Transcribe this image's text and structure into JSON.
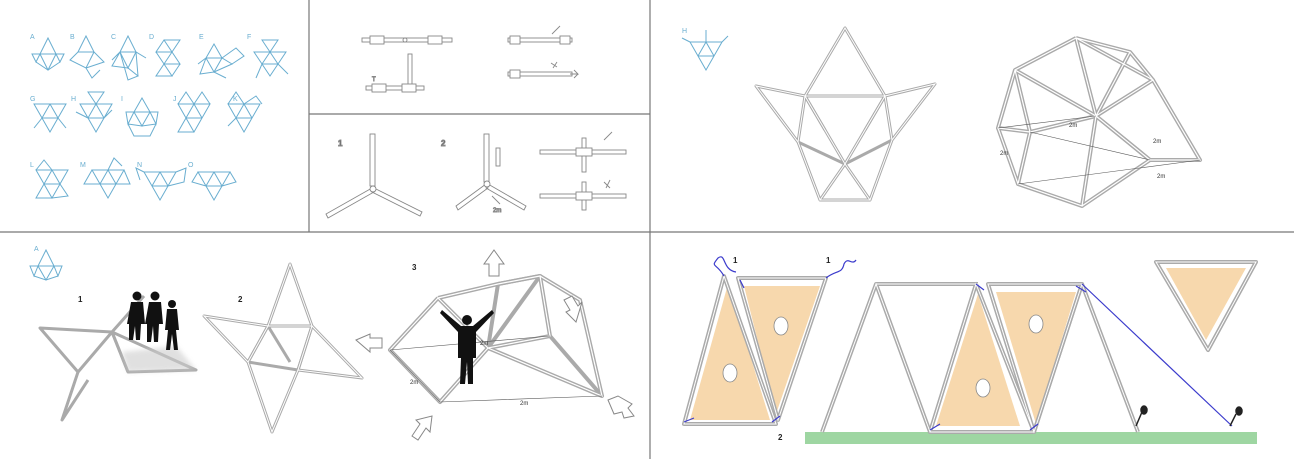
{
  "pattern_labels": [
    "A",
    "B",
    "C",
    "D",
    "E",
    "F",
    "G",
    "H",
    "I",
    "J",
    "K",
    "L",
    "M",
    "N",
    "O"
  ],
  "dome_panel": {
    "pattern_label": "H",
    "dim_labels": [
      "2m",
      "2m",
      "2m",
      "2m"
    ]
  },
  "joint_panel": {
    "step_labels": [
      "1",
      "2"
    ]
  },
  "assembly_panel": {
    "pattern_label": "A",
    "step_labels": [
      "1",
      "2",
      "3"
    ],
    "dim_labels": [
      "2m",
      "2m",
      "2m"
    ]
  },
  "cover_panel": {
    "step_labels": [
      "1",
      "1",
      "2"
    ]
  },
  "colors": {
    "pattern_lines": "#6aaed0",
    "strut_outline": "#9a9a9a",
    "panel_fill": "#f7d8ad",
    "rope": "#3b3bcc",
    "ground": "#9ed6a2",
    "divider": "#777777"
  }
}
